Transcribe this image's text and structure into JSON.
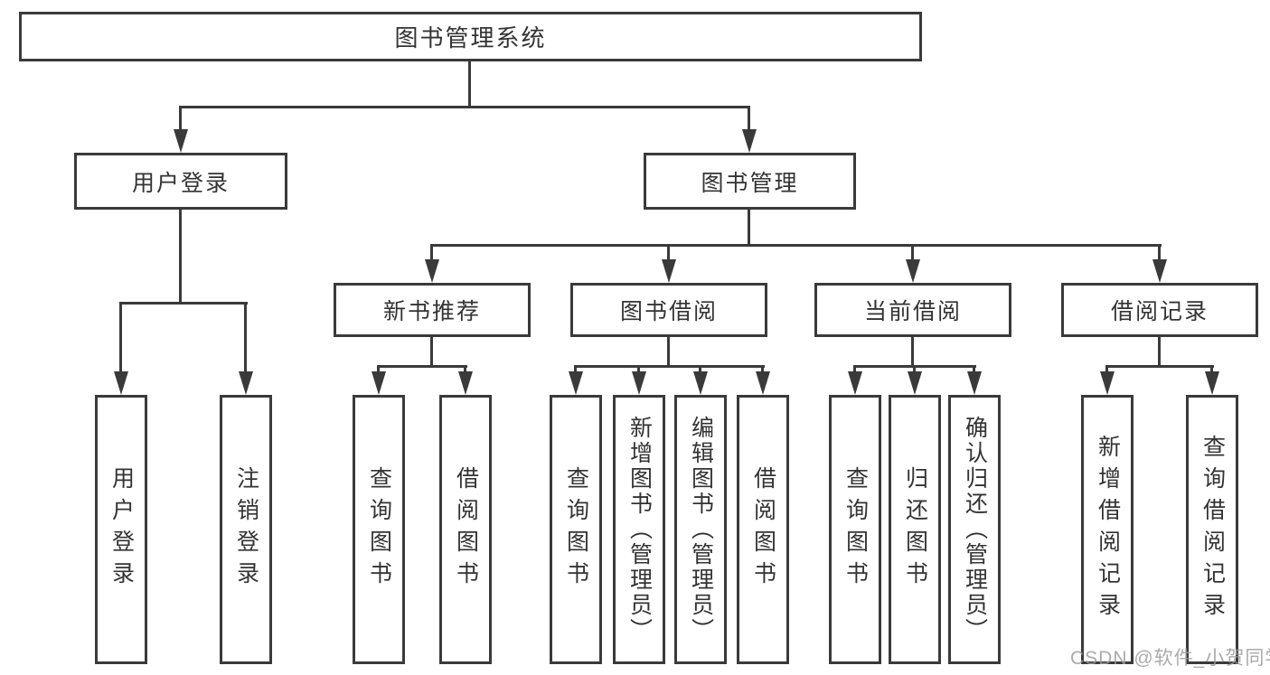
{
  "diagram": {
    "root": {
      "label": "图书管理系统"
    },
    "level2": [
      {
        "label": "用户登录"
      },
      {
        "label": "图书管理"
      }
    ],
    "level3": [
      {
        "label": "新书推荐"
      },
      {
        "label": "图书借阅"
      },
      {
        "label": "当前借阅"
      },
      {
        "label": "借阅记录"
      }
    ],
    "leaves": [
      {
        "label": "用户登录"
      },
      {
        "label": "注销登录"
      },
      {
        "label": "查询图书"
      },
      {
        "label": "借阅图书"
      },
      {
        "label": "查询图书"
      },
      {
        "label": "新增图书（管理员）"
      },
      {
        "label": "编辑图书（管理员）"
      },
      {
        "label": "借阅图书"
      },
      {
        "label": "查询图书"
      },
      {
        "label": "归还图书"
      },
      {
        "label": "确认归还（管理员）"
      },
      {
        "label": "新增借阅记录"
      },
      {
        "label": "查询借阅记录"
      }
    ],
    "watermark": "CSDN @软件_小贺同学",
    "colors": {
      "line": "#3a3a3a",
      "text": "#333333",
      "watermark": "#9b9b9b",
      "background": "#ffffff"
    }
  }
}
